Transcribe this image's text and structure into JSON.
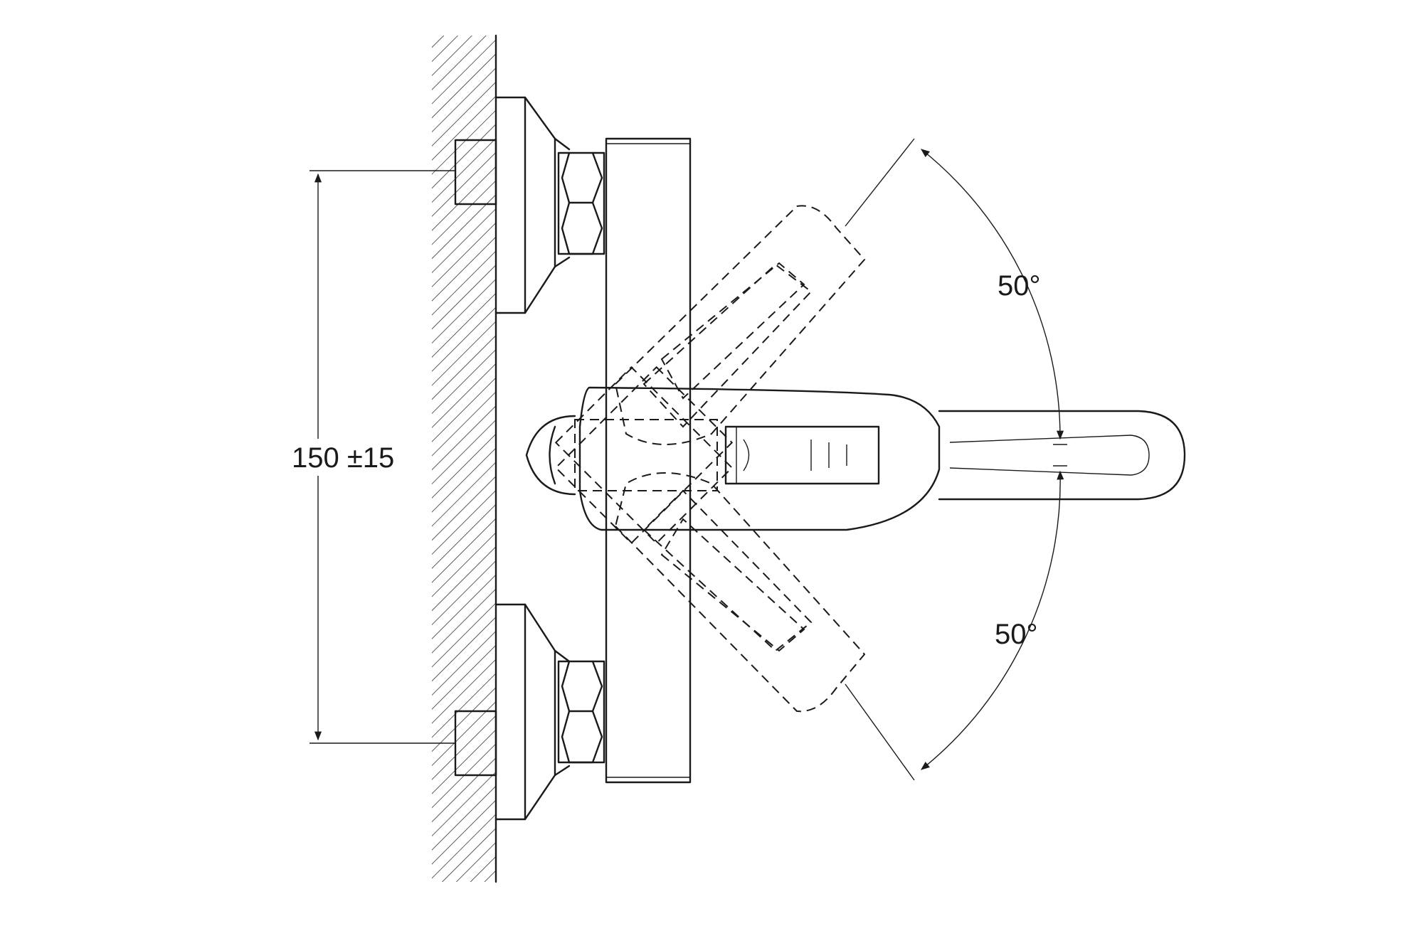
{
  "dimensions": {
    "spacing": "150 ±15",
    "angle_upper": "50°",
    "angle_lower": "50°"
  }
}
